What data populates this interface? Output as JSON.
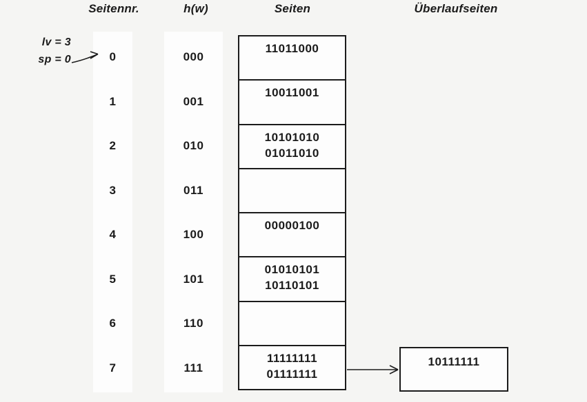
{
  "colors": {
    "background": "#f5f5f3",
    "panel": "#fdfdfd",
    "line": "#1b1b1b"
  },
  "headers": {
    "seitennr": "Seitennr.",
    "hw": "h(w)",
    "seiten": "Seiten",
    "ueberlaufseiten": "Überlaufseiten"
  },
  "annotation": {
    "line1": "lv = 3",
    "line2": "sp = 0"
  },
  "rows": [
    {
      "nr": "0",
      "hash": "000",
      "values": [
        "11011000"
      ]
    },
    {
      "nr": "1",
      "hash": "001",
      "values": [
        "10011001"
      ]
    },
    {
      "nr": "2",
      "hash": "010",
      "values": [
        "10101010",
        "01011010"
      ]
    },
    {
      "nr": "3",
      "hash": "011",
      "values": []
    },
    {
      "nr": "4",
      "hash": "100",
      "values": [
        "00000100"
      ]
    },
    {
      "nr": "5",
      "hash": "101",
      "values": [
        "01010101",
        "10110101"
      ]
    },
    {
      "nr": "6",
      "hash": "110",
      "values": []
    },
    {
      "nr": "7",
      "hash": "111",
      "values": [
        "11111111",
        "01111111"
      ]
    }
  ],
  "overflow": {
    "source_row": "7",
    "values": [
      "10111111"
    ]
  }
}
